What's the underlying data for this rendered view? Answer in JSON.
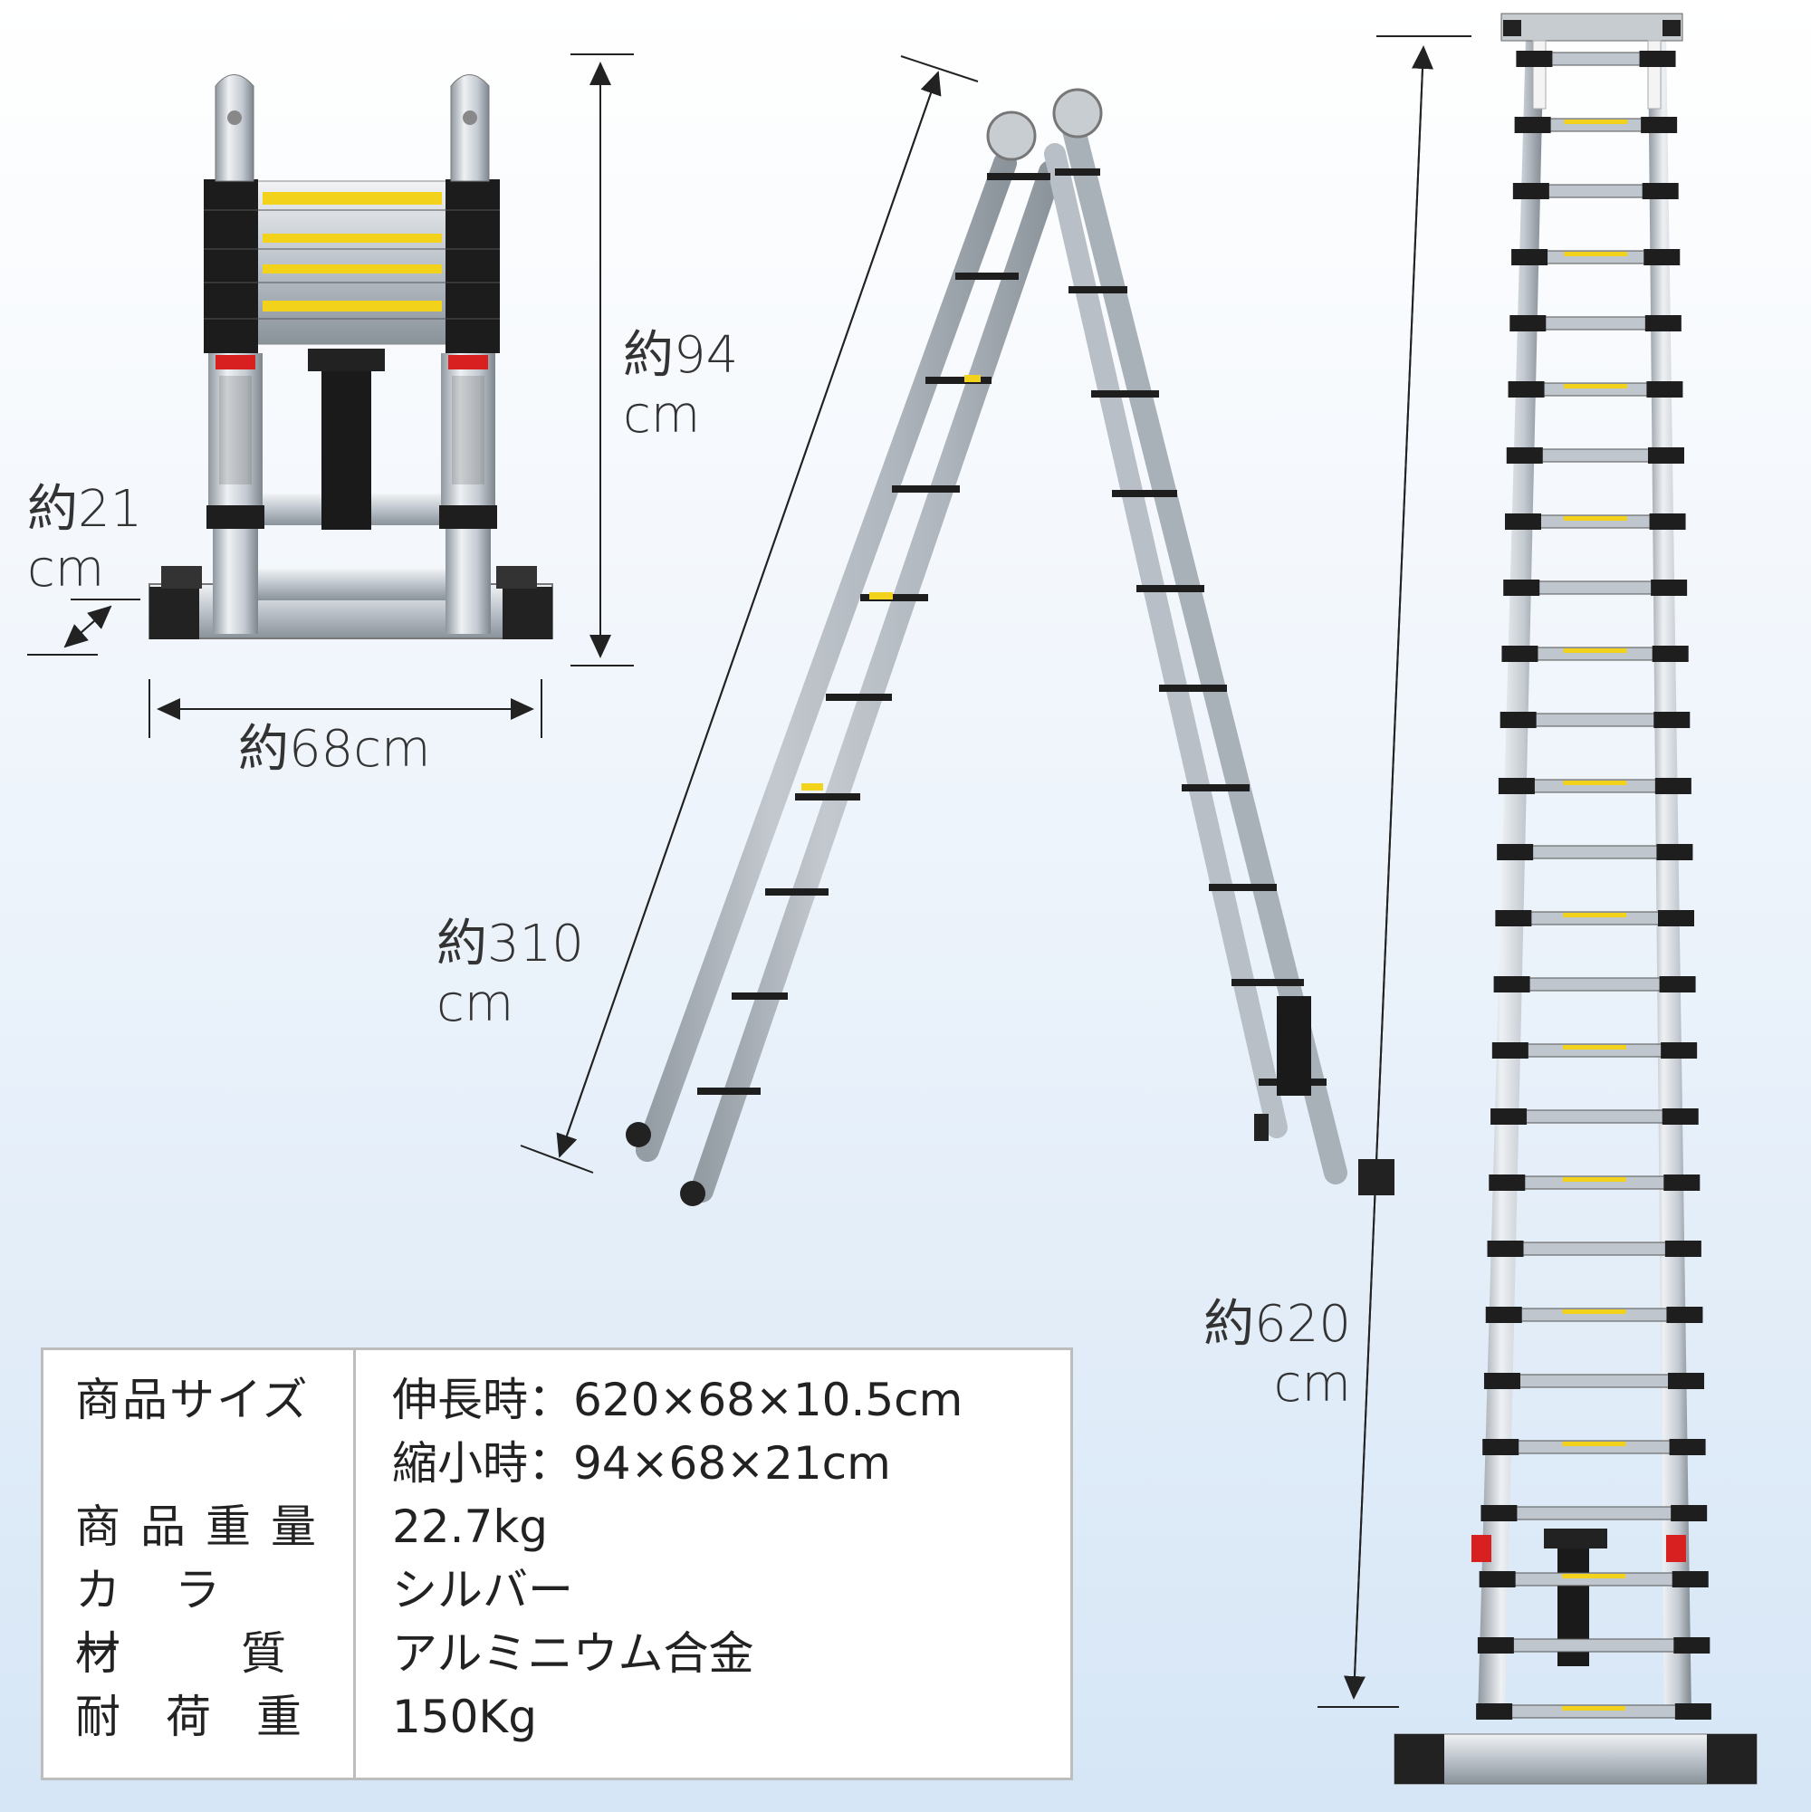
{
  "dimensions": {
    "folded_height": [
      "約94",
      "cm"
    ],
    "folded_depth": [
      "約21",
      "cm"
    ],
    "folded_width": "約68cm",
    "a_frame_length": [
      "約310",
      "cm"
    ],
    "extended_length": [
      "約620",
      "cm"
    ]
  },
  "spec_table": {
    "rows": [
      {
        "label": "商品サイズ",
        "values": [
          "伸長時：620×68×10.5cm",
          "縮小時：94×68×21cm"
        ]
      },
      {
        "label": "商品重量",
        "values": [
          "22.7kg"
        ]
      },
      {
        "label": "カラー",
        "values": [
          "シルバー"
        ]
      },
      {
        "label": "材　　質",
        "values": [
          "アルミニウム合金"
        ]
      },
      {
        "label": "耐荷重",
        "values": [
          "150Kg"
        ]
      }
    ]
  },
  "colors": {
    "aluminum": "#c9ced4",
    "band": "#1e1e1e",
    "label_yellow": "#f2d21b",
    "label_red": "#d92020",
    "dimension_line": "#222222"
  }
}
